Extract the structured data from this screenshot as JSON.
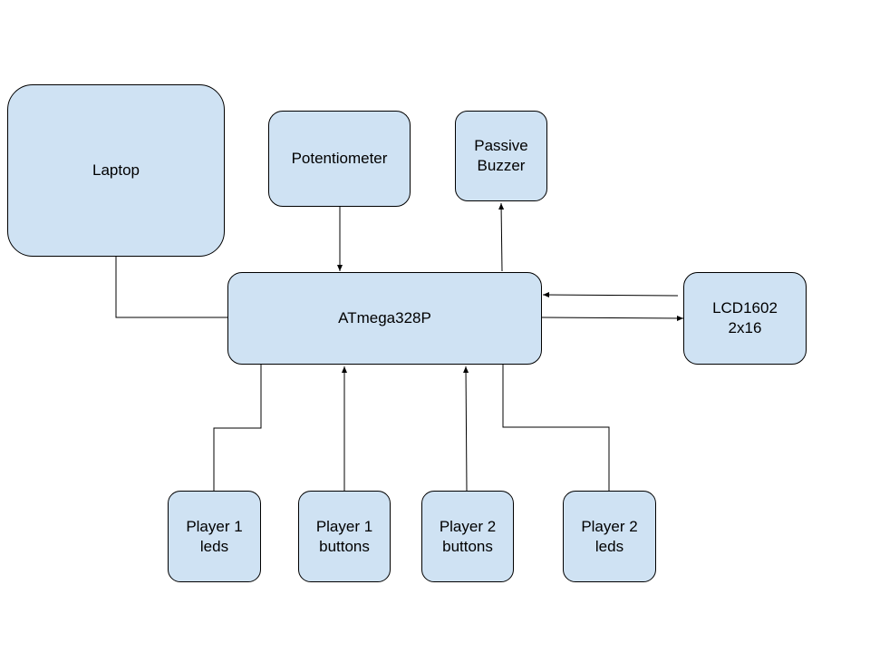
{
  "nodes": {
    "laptop": "Laptop",
    "potentiometer": "Potentiometer",
    "passive_buzzer": "Passive\nBuzzer",
    "microcontroller": "ATmega328P",
    "lcd": "LCD1602\n2x16",
    "player1_leds": "Player 1\nleds",
    "player1_buttons": "Player 1\nbuttons",
    "player2_buttons": "Player 2\nbuttons",
    "player2_leds": "Player 2\nleds"
  },
  "edges": [
    {
      "from": "laptop",
      "to": "microcontroller",
      "arrow": false
    },
    {
      "from": "potentiometer",
      "to": "microcontroller",
      "arrow": true
    },
    {
      "from": "microcontroller",
      "to": "passive_buzzer",
      "arrow": true
    },
    {
      "from": "lcd",
      "to": "microcontroller",
      "arrow": true
    },
    {
      "from": "microcontroller",
      "to": "lcd",
      "arrow": true
    },
    {
      "from": "microcontroller",
      "to": "player1_leds",
      "arrow": false
    },
    {
      "from": "player1_buttons",
      "to": "microcontroller",
      "arrow": true
    },
    {
      "from": "player2_buttons",
      "to": "microcontroller",
      "arrow": true
    },
    {
      "from": "microcontroller",
      "to": "player2_leds",
      "arrow": false
    }
  ],
  "colors": {
    "node_fill": "#cfe2f3",
    "node_border": "#000000",
    "connector": "#000000"
  }
}
